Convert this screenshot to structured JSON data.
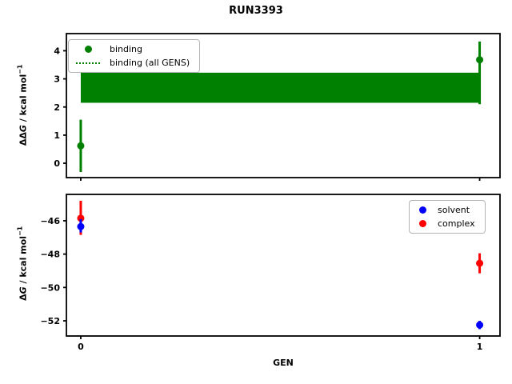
{
  "figure": {
    "title": "RUN3393"
  },
  "colors": {
    "binding": "#008000",
    "solvent": "#0000ff",
    "complex": "#ff0000",
    "axis": "#000000",
    "background": "#ffffff"
  },
  "chart_data": [
    {
      "id": "ddg",
      "type": "scatter",
      "ylabel": "ΔΔG / kcal mol⁻¹",
      "xlabel": "",
      "ylim": [
        -0.51,
        4.61
      ],
      "xlim": [
        -0.036,
        1.051
      ],
      "yticks": [
        0,
        1,
        2,
        3,
        4
      ],
      "xticks": [
        0,
        1
      ],
      "xticklabels": [
        "",
        ""
      ],
      "grid": false,
      "legend": {
        "position": "upper-left",
        "entries": [
          {
            "label": "binding",
            "glyph": "dot",
            "color": "#008000"
          },
          {
            "label": "binding (all GENS)",
            "glyph": "dotted-line",
            "color": "#008000"
          }
        ]
      },
      "band": {
        "x": [
          0,
          1
        ],
        "y_low": 2.15,
        "y_high": 3.22,
        "center_line": 2.68,
        "color": "#008000"
      },
      "series": [
        {
          "name": "binding",
          "color": "#008000",
          "x": [
            0,
            1
          ],
          "y": [
            0.62,
            3.68
          ],
          "yerr_low": [
            -0.31,
            2.1
          ],
          "yerr_high": [
            1.55,
            4.33
          ]
        }
      ]
    },
    {
      "id": "dg",
      "type": "scatter",
      "ylabel": "ΔG / kcal mol⁻¹",
      "xlabel": "GEN",
      "ylim": [
        -52.91,
        -44.42
      ],
      "xlim": [
        -0.036,
        1.051
      ],
      "yticks": [
        -46,
        -48,
        -50,
        -52
      ],
      "xticks": [
        0,
        1
      ],
      "xticklabels": [
        "0",
        "1"
      ],
      "grid": false,
      "legend": {
        "position": "upper-right",
        "entries": [
          {
            "label": "solvent",
            "glyph": "dot",
            "color": "#0000ff"
          },
          {
            "label": "complex",
            "glyph": "dot",
            "color": "#ff0000"
          }
        ]
      },
      "series": [
        {
          "name": "complex",
          "color": "#ff0000",
          "x": [
            0,
            1
          ],
          "y": [
            -45.85,
            -48.55
          ],
          "yerr_low": [
            -46.85,
            -49.15
          ],
          "yerr_high": [
            -44.8,
            -47.95
          ]
        },
        {
          "name": "solvent",
          "color": "#0000ff",
          "x": [
            0,
            1
          ],
          "y": [
            -46.35,
            -52.25
          ],
          "yerr_low": [
            -46.7,
            -52.5
          ],
          "yerr_high": [
            -45.9,
            -52.0
          ]
        }
      ]
    }
  ]
}
